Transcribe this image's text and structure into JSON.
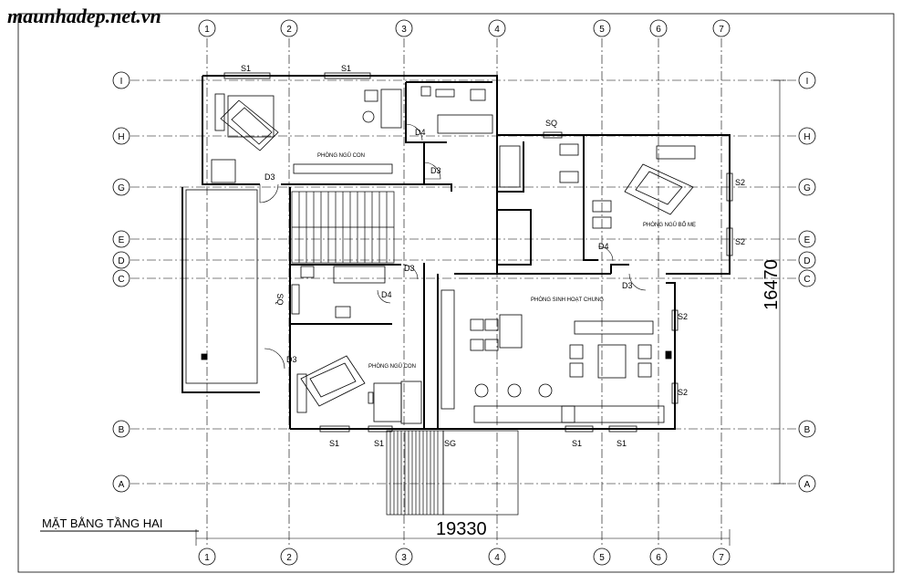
{
  "watermark": "maunhadep.net.vn",
  "drawing_title": "MẶT BẰNG TẦNG HAI",
  "dimensions": {
    "width": "19330",
    "depth": "16470"
  },
  "grid_columns": [
    "1",
    "2",
    "3",
    "4",
    "5",
    "6",
    "7"
  ],
  "grid_rows": [
    "I",
    "H",
    "G",
    "E",
    "D",
    "C",
    "B",
    "A"
  ],
  "rooms": {
    "child_bedroom_top": "PHÒNG NGỦ CON",
    "master_bedroom": "PHÒNG NGỦ BỐ MẸ",
    "family_room": "PHÒNG SINH HOẠT CHUNG",
    "child_bedroom_bottom": "PHÒNG NGỦ CON"
  },
  "labels": {
    "s1_top_a": "S1",
    "s1_top_b": "S1",
    "sq_top": "SQ",
    "s2_a": "S2",
    "s2_b": "S2",
    "s2_c": "S2",
    "s2_d": "S2",
    "d4_a": "D4",
    "d4_b": "D4",
    "d4_c": "D4",
    "d3_a": "D3",
    "d3_b": "D3",
    "d3_c": "D3",
    "d3_d": "D3",
    "d3_e": "D3",
    "sq_left": "SQ",
    "s1_bot_a": "S1",
    "s1_bot_b": "S1",
    "sg": "SG",
    "s1_bot_c": "S1",
    "s1_bot_d": "S1"
  }
}
